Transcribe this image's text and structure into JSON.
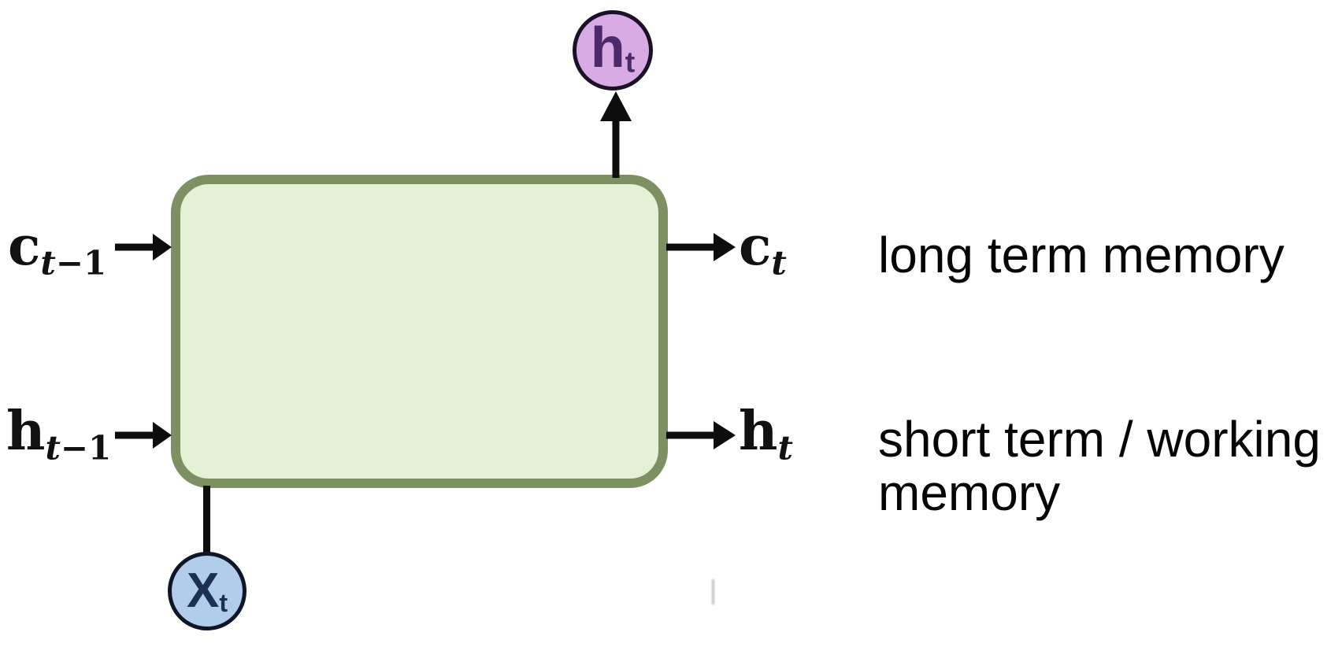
{
  "colors": {
    "cell_fill": "#e4f1d6",
    "cell_border": "#7c9061",
    "h_circle_fill": "#d8abe4",
    "h_circle_border": "#1c1026",
    "h_circle_text": "#4a2a68",
    "x_circle_fill": "#b2cdea",
    "x_circle_border": "#0e1524",
    "x_circle_text": "#1d3054",
    "arrow": "#0d0d0d",
    "math_text": "#111111",
    "annotation_text": "#050505"
  },
  "diagram": {
    "type": "lstm-cell",
    "inputs": {
      "cell_state_in": {
        "base": "c",
        "sub_italic": "t",
        "sub_plain": "−1"
      },
      "hidden_state_in": {
        "base": "h",
        "sub_italic": "t",
        "sub_plain": "−1"
      },
      "x_input": {
        "base": "X",
        "sub": "t"
      }
    },
    "outputs": {
      "cell_state_out": {
        "base": "c",
        "sub_italic": "t",
        "sub_plain": ""
      },
      "hidden_state_out": {
        "base": "h",
        "sub_italic": "t",
        "sub_plain": ""
      },
      "hidden_top_out": {
        "base": "h",
        "sub": "t"
      }
    },
    "annotations": {
      "long_term": "long term memory",
      "short_term_line1": "short term / working",
      "short_term_line2": "memory"
    }
  }
}
